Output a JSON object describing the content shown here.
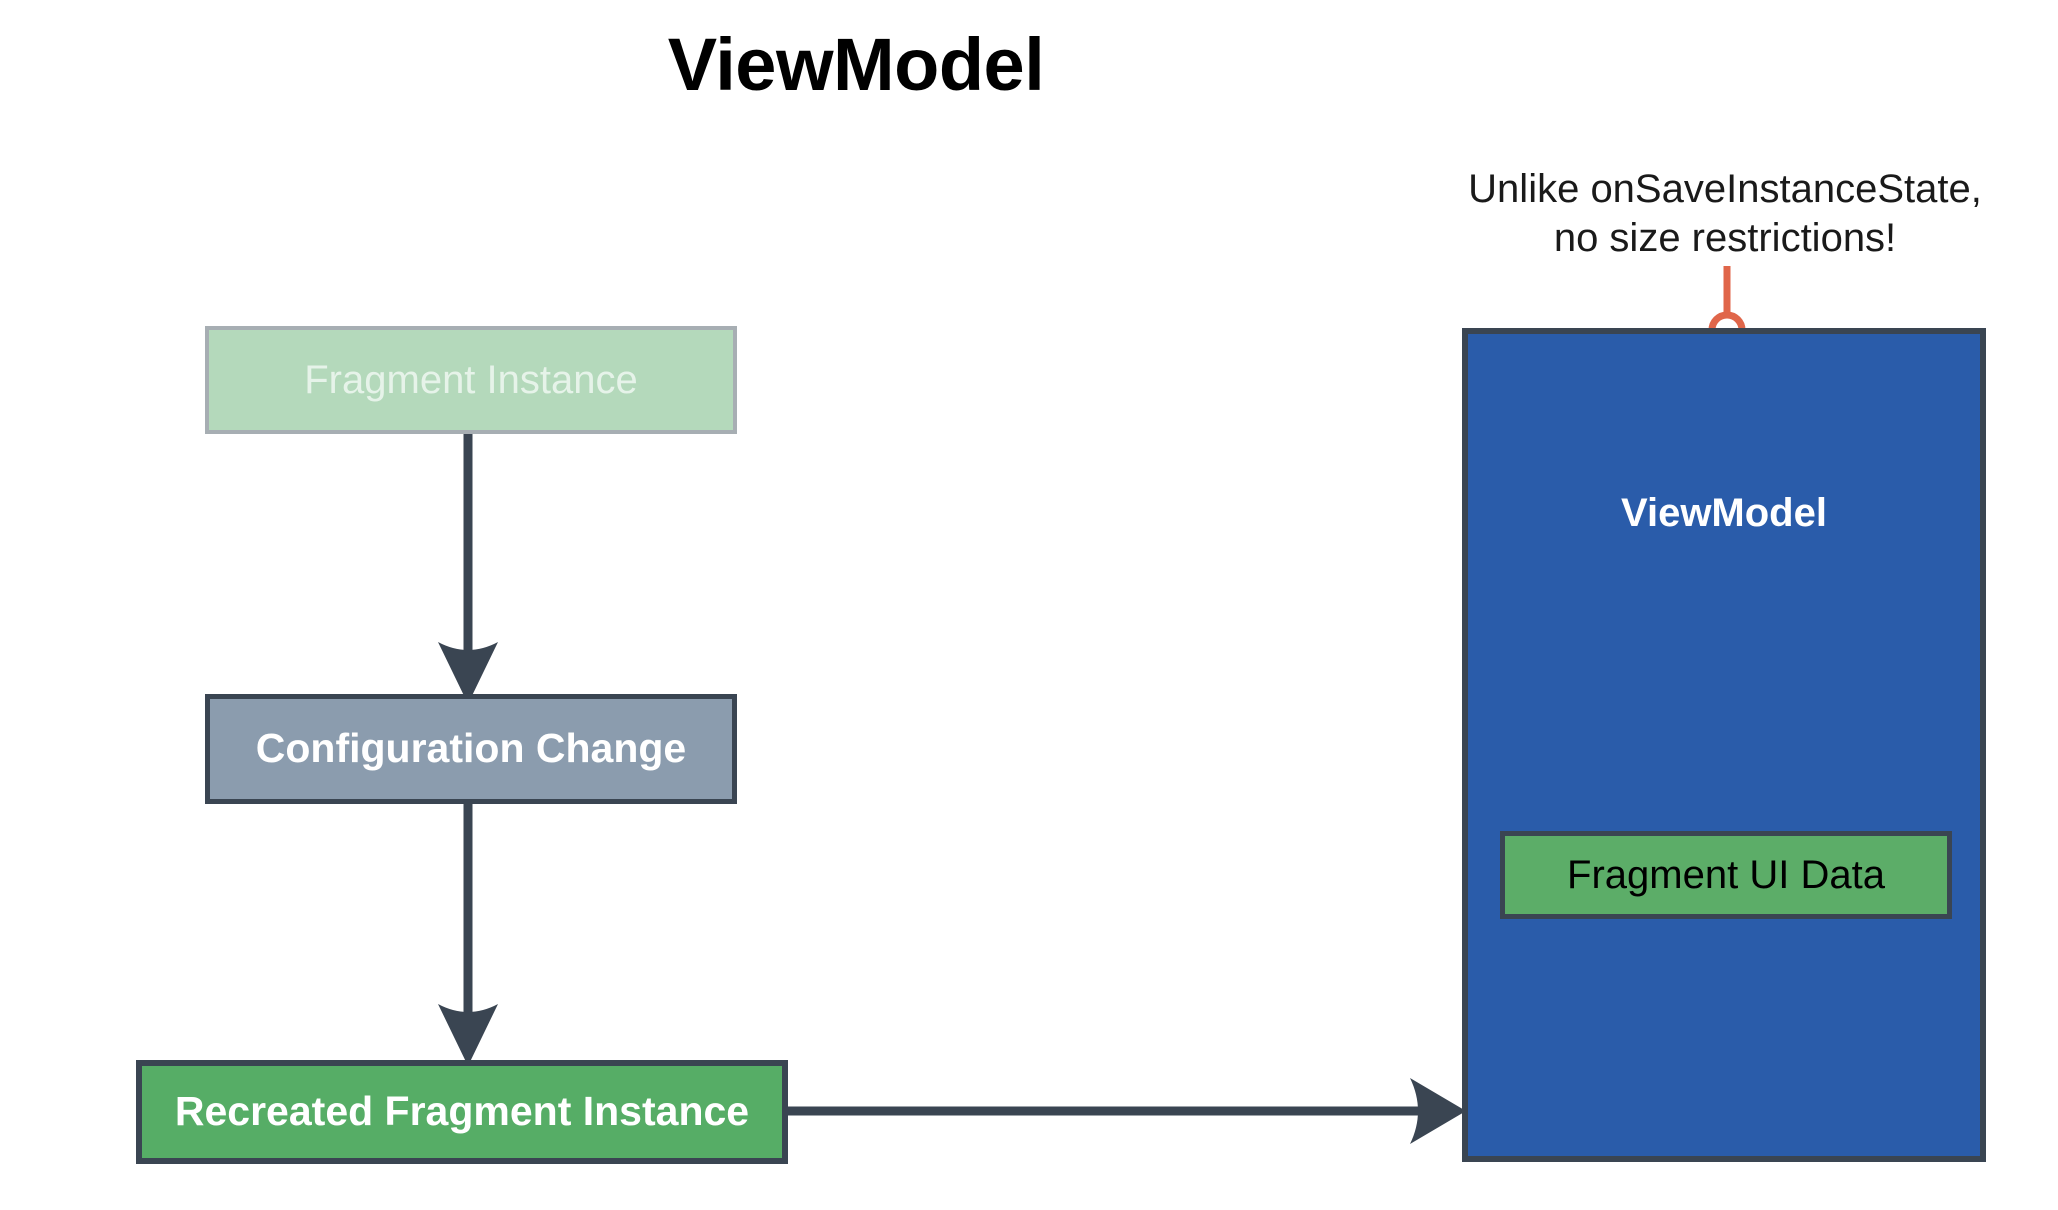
{
  "page": {
    "title": "ViewModel",
    "background_color": "#ffffff"
  },
  "annotation": {
    "line1": "Unlike onSaveInstanceState,",
    "line2": "no size restrictions!",
    "callout_color": "#e0664a",
    "target": "viewmodel-box"
  },
  "flow": {
    "nodes": [
      {
        "id": "fragment-instance",
        "label": "Fragment Instance",
        "fill": "#b4d9bb",
        "border": "#a7aeb3",
        "text_color": "#e6f3e9",
        "state": "faded"
      },
      {
        "id": "configuration-change",
        "label": "Configuration Change",
        "fill": "#8b9cae",
        "border": "#3a4552",
        "text_color": "#ffffff",
        "state": "normal"
      },
      {
        "id": "recreated-fragment-instance",
        "label": "Recreated Fragment Instance",
        "fill": "#56ad66",
        "border": "#3a4552",
        "text_color": "#ffffff",
        "state": "normal"
      }
    ],
    "edges": [
      {
        "from": "fragment-instance",
        "to": "configuration-change",
        "direction": "down"
      },
      {
        "from": "configuration-change",
        "to": "recreated-fragment-instance",
        "direction": "down"
      },
      {
        "from": "recreated-fragment-instance",
        "to": "viewmodel",
        "direction": "right"
      }
    ],
    "arrow_color": "#3a4552"
  },
  "viewmodel": {
    "label": "ViewModel",
    "fill": "#2a5caa",
    "border": "#3a4552",
    "text_color": "#ffffff",
    "contents": [
      {
        "id": "fragment-ui-data",
        "label": "Fragment UI Data",
        "fill": "#5cad68",
        "border": "#3a4552",
        "text_color": "#000000"
      }
    ]
  }
}
